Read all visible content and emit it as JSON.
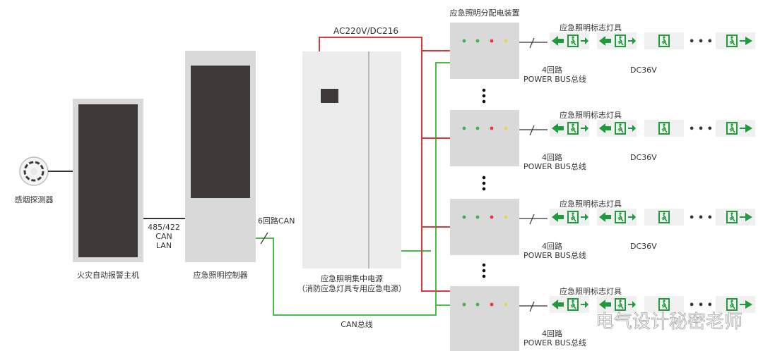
{
  "detector": {
    "label": "感烟探测器"
  },
  "fire_alarm_host": {
    "label": "火灾自动报警主机"
  },
  "comm_label": {
    "line1": "485/422",
    "line2": "CAN",
    "line3": "LAN"
  },
  "controller": {
    "label": "应急照明控制器"
  },
  "can_6": {
    "label": "6回路CAN"
  },
  "power_source": {
    "line1": "应急照明集中电源",
    "line2": "（消防应急灯具专用应急电源）"
  },
  "ac_label": {
    "label": "AC220V/DC216"
  },
  "can_bus": {
    "label": "CAN总线"
  },
  "distribution": {
    "title": "应急照明分配电装置"
  },
  "groups": [
    {
      "lamps_title": "应急照明标志灯具",
      "loops": "4回路",
      "bus": "POWER BUS总线",
      "voltage": "DC36V"
    },
    {
      "lamps_title": "应急照明标志灯具",
      "loops": "4回路",
      "bus": "POWER BUS总线",
      "voltage": "DC36V"
    },
    {
      "lamps_title": "应急照明标志灯具",
      "loops": "4回路",
      "bus": "POWER BUS总线",
      "voltage": "DC36V"
    },
    {
      "lamps_title": "应急照明标志灯具",
      "loops": "4回路",
      "bus": "POWER BUS总线",
      "voltage": ""
    }
  ],
  "ellipsis": "• • •",
  "watermark": {
    "text": "电气设计秘密老师"
  },
  "colors": {
    "power_line": "#d63a3a",
    "can_line": "#4cbb4c",
    "device_gray": "#d9d9d9",
    "screen_dark": "#3e3a39",
    "sign_green": "#1f9a3c"
  }
}
